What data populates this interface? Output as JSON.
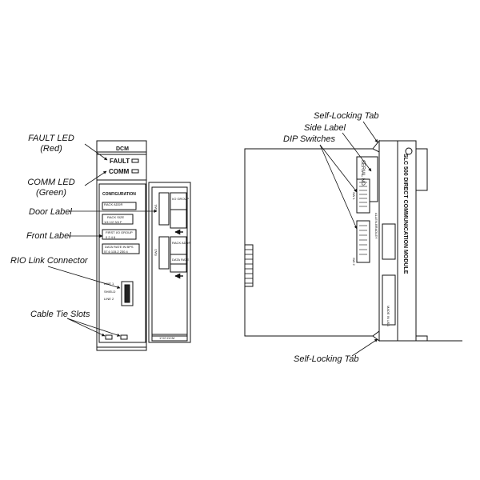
{
  "left_callouts": {
    "fault_led": [
      "FAULT LED",
      "(Red)"
    ],
    "comm_led": [
      "COMM LED",
      "(Green)"
    ],
    "door_label": "Door Label",
    "front_label": "Front Label",
    "rio_link": "RIO Link Connector",
    "cable_tie": "Cable Tie Slots"
  },
  "right_callouts": {
    "self_locking_top": "Self-Locking Tab",
    "side_label": "Side Label",
    "dip_switches": "DIP Switches",
    "self_locking_bottom": "Self-Locking Tab"
  },
  "front_module": {
    "title": "DCM",
    "fault": "FAULT",
    "comm": "COMM",
    "configuration": "CONFIGURATION",
    "rack_addr": "RACK ADDR",
    "rack_size": "RACK SIZE",
    "rack_size_vals": "1/4  1/2  3/4  F",
    "first_io": "FIRST I/O GROUP",
    "first_io_vals": "0    2    4    6",
    "data_rate": "DATA RATE IN BPS",
    "data_rate_vals": "57.6  115.2  230.4",
    "line1": "LINE 1",
    "shield": "SHIELD",
    "line2": "LINE 2",
    "door_sw1": "SW1",
    "door_sw2": "SW2",
    "door_io_group": "I/O GROUP",
    "door_rack_addr": "RACK ADDR",
    "door_data_rate": "DATA RATE",
    "door_part": "1747-DCM"
  },
  "side_module": {
    "vertical_title": "SLC 500 DIRECT COMMUNICATION MODULE",
    "sw1": "SW 1",
    "sw2": "SW 2",
    "made_in_usa": "MADE IN USA",
    "allen_bradley": "ALLEN-BRADLEY",
    "serial_no": "SERIAL NO."
  }
}
